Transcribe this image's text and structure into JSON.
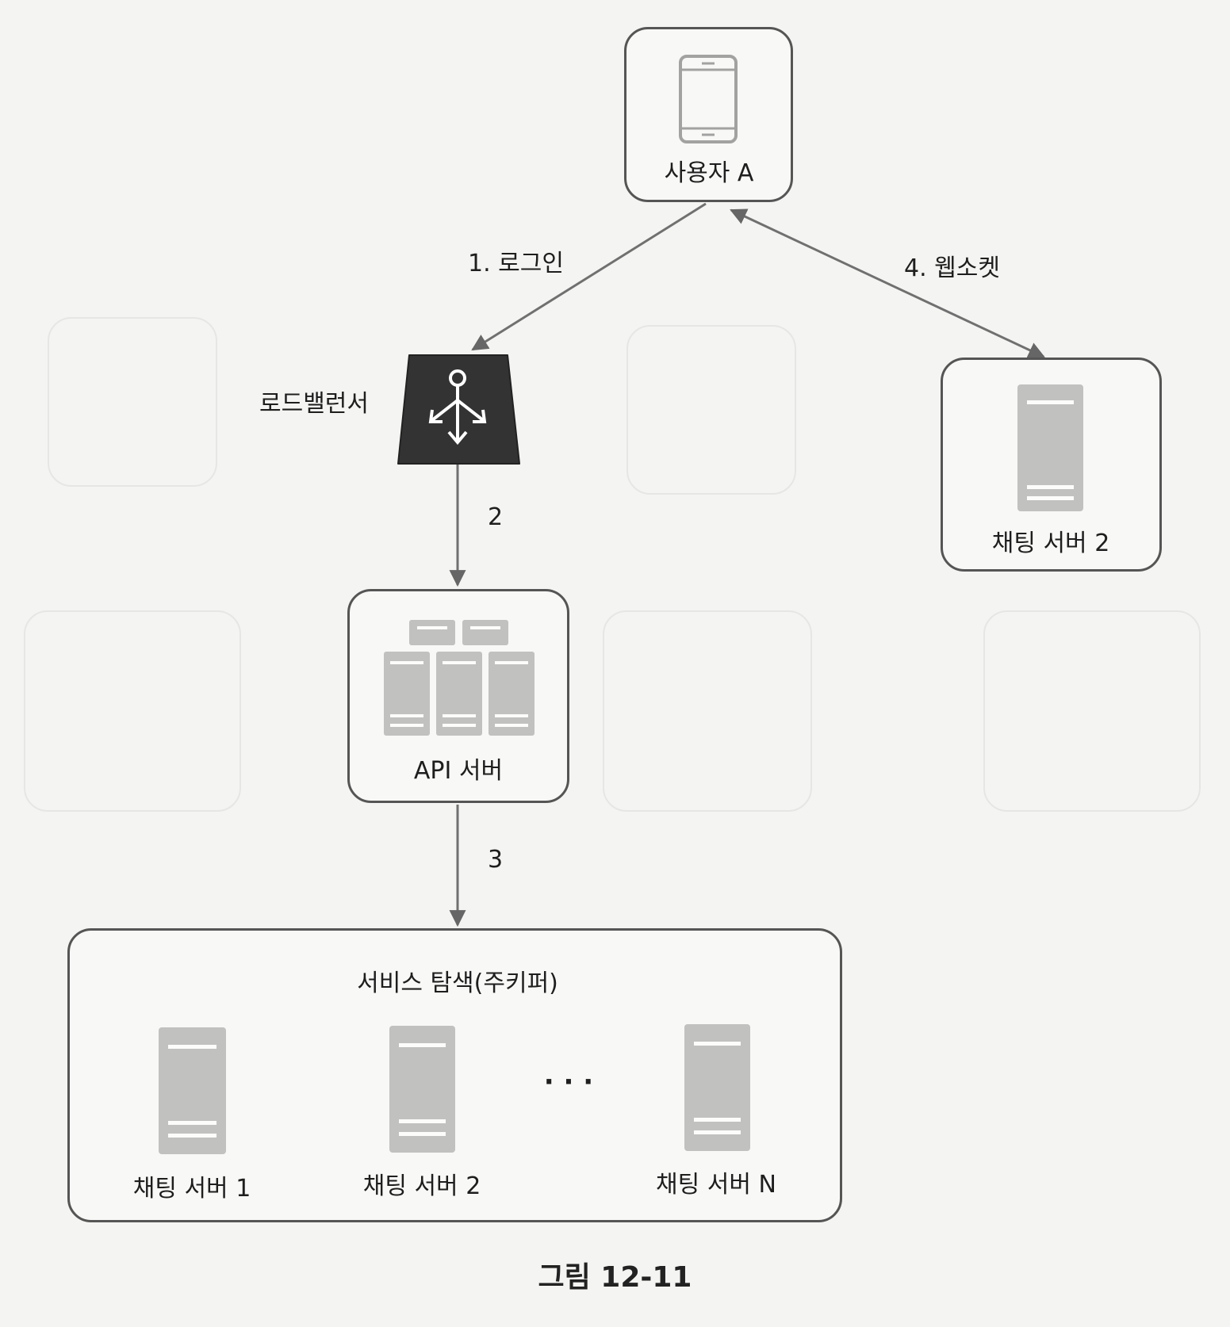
{
  "user": {
    "label": "사용자 A",
    "icon": "smartphone-icon"
  },
  "load_balancer": {
    "label": "로드밸런서",
    "icon": "load-balancer-icon"
  },
  "api_server": {
    "label": "API 서버",
    "icon": "server-cluster-icon"
  },
  "chat_server_right": {
    "label": "채팅 서버 2",
    "icon": "server-icon"
  },
  "service_discovery": {
    "label": "서비스 탐색(주키퍼)",
    "servers": [
      {
        "label": "채팅 서버 1",
        "icon": "server-icon"
      },
      {
        "label": "채팅 서버 2",
        "icon": "server-icon"
      },
      {
        "label": "채팅 서버 N",
        "icon": "server-icon"
      }
    ],
    "ellipsis": "· · ·"
  },
  "edges": [
    {
      "label": "1. 로그인",
      "from": "사용자 A",
      "to": "로드밸런서"
    },
    {
      "label": "2",
      "from": "로드밸런서",
      "to": "API 서버"
    },
    {
      "label": "3",
      "from": "API 서버",
      "to": "서비스 탐색(주키퍼)"
    },
    {
      "label": "4. 웹소켓",
      "from": "사용자 A",
      "to": "채팅 서버 2",
      "bidirectional": true
    }
  ],
  "caption": "그림 12-11",
  "colors": {
    "stroke": "#555555",
    "server_fill": "#6b6b6b",
    "lb_fill": "#333333"
  }
}
